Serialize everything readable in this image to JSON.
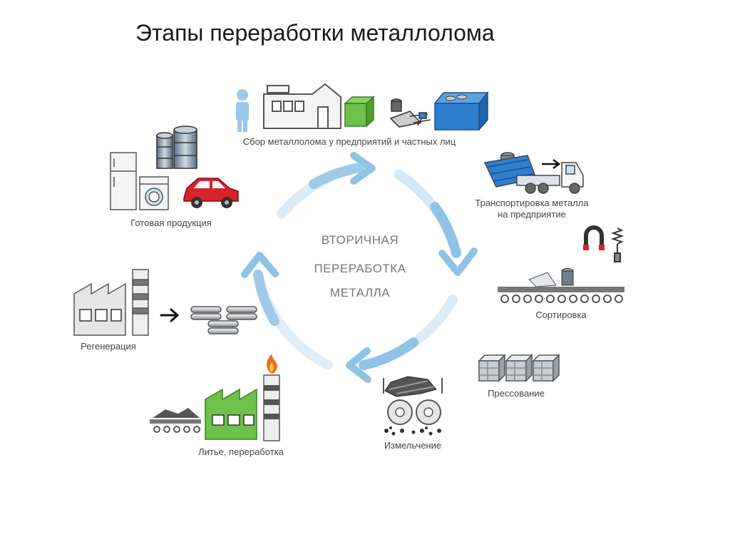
{
  "title": "Этапы переработки металлолома",
  "center": {
    "line1": "ВТОРИЧНАЯ",
    "line2": "ПЕРЕРАБОТКА",
    "line3": "МЕТАЛЛА"
  },
  "stages": {
    "collection": "Сбор металлолома у предприятий и частных лиц",
    "transport_line1": "Транспортировка металла",
    "transport_line2": "на предприятие",
    "sorting": "Сортировка",
    "pressing": "Прессование",
    "shredding": "Измельчение",
    "casting": "Литье, переработка",
    "regeneration": "Регенерация",
    "products": "Готовая продукция"
  },
  "icons": [
    "person-icon",
    "house-icon",
    "green-bin-icon",
    "scrap-pile-icon",
    "blue-container-icon",
    "dump-truck-icon",
    "magnet-icon",
    "spring-tool-icon",
    "conveyor-icon",
    "pressed-cubes-icon",
    "shredder-gears-icon",
    "factory-green-icon",
    "flame-icon",
    "factory-gray-icon",
    "arrow-right-icon",
    "metal-ingots-icon",
    "refrigerator-icon",
    "washing-machine-icon",
    "barrels-icon",
    "car-icon"
  ],
  "colors": {
    "cycle_arrow": "#8fc3e6",
    "cycle_arrow_light": "#d8eaf6",
    "factory_green": "#6cc24a",
    "container_blue": "#2f7fd1",
    "car_red": "#d8232a",
    "flame_orange": "#f26b21"
  }
}
